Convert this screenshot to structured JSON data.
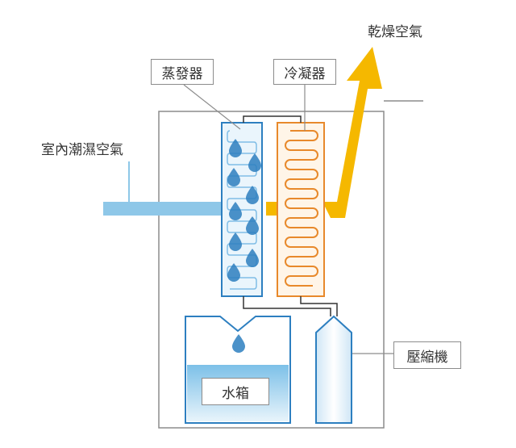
{
  "labels": {
    "dry_air": "乾燥空氣",
    "evaporator": "蒸發器",
    "condenser": "冷凝器",
    "humid_air": "室內潮濕空氣",
    "compressor": "壓縮機",
    "water_tank": "水箱"
  },
  "colors": {
    "outline": "#7f7f7f",
    "evaporator_blue": "#2d7fc0",
    "humid_air_blue": "#8ec7e8",
    "condenser_orange": "#e8892b",
    "dry_air_yellow": "#f5b800",
    "water_blue": "#aad6ef",
    "pipe": "#333333"
  },
  "icons": [
    "water-drop-icon",
    "arrow-up-right-icon"
  ]
}
